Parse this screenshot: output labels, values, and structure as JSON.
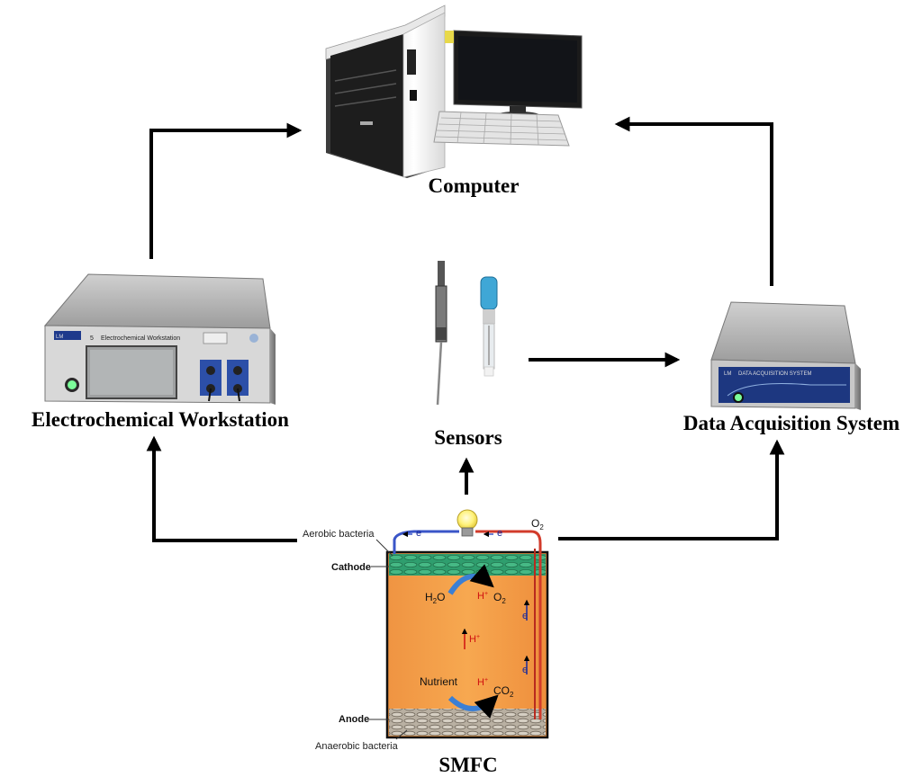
{
  "nodes": {
    "computer": {
      "label": "Computer"
    },
    "workstation": {
      "label": "Electrochemical Workstation",
      "panel_text": "Electrochemical Workstation",
      "panel_model": "5",
      "brand": "LM"
    },
    "sensors": {
      "label": "Sensors"
    },
    "daq": {
      "label": "Data Acquisition System",
      "panel_text": "DATA ACQUISITION SYSTEM",
      "brand": "LM"
    },
    "smfc": {
      "label": "SMFC"
    }
  },
  "smfc_details": {
    "aerobic": "Aerobic bacteria",
    "cathode": "Cathode",
    "anode": "Anode",
    "anaerobic": "Anaerobic bacteria",
    "nutrient": "Nutrient",
    "e_top_left": "e",
    "e_top_right": "e",
    "e_side_1": "e",
    "e_side_2": "e",
    "o2_out": "O",
    "o2_out_sub": "2",
    "h2o": "H",
    "h2o_sub": "2",
    "h2o_tail": "O",
    "h_plus_top": "H",
    "o2_top": "O",
    "o2_top_sub": "2",
    "h_plus_mid": "H",
    "h_plus_bottom": "H",
    "co2": "CO",
    "co2_sub": "2",
    "plus": "+",
    "minus": "-"
  },
  "colors": {
    "arrow": "#000000",
    "electrolyte": "#f39a45",
    "cathode": "#2f9e6e",
    "anode": "#b9b0a2",
    "wire_blue": "#3a55c8",
    "wire_red": "#d23b2b"
  }
}
